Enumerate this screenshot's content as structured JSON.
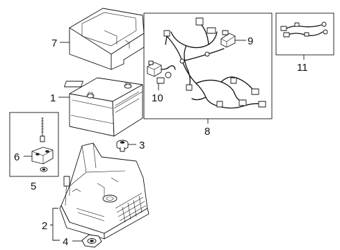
{
  "callouts": {
    "c1": "1",
    "c2": "2",
    "c3": "3",
    "c4": "4",
    "c5": "5",
    "c6": "6",
    "c7": "7",
    "c8": "8",
    "c9": "9",
    "c10": "10",
    "c11": "11"
  },
  "parts": [
    {
      "callout": "1",
      "icon": "battery-icon"
    },
    {
      "callout": "2",
      "icon": "battery-tray-icon"
    },
    {
      "callout": "3",
      "icon": "bolt-icon"
    },
    {
      "callout": "4",
      "icon": "grommet-icon"
    },
    {
      "callout": "5",
      "icon": "hold-down-kit-icon"
    },
    {
      "callout": "6",
      "icon": "clamp-icon"
    },
    {
      "callout": "7",
      "icon": "battery-cover-icon"
    },
    {
      "callout": "8",
      "icon": "wiring-harness-icon"
    },
    {
      "callout": "9",
      "icon": "terminal-icon"
    },
    {
      "callout": "10",
      "icon": "sensor-icon"
    },
    {
      "callout": "11",
      "icon": "cable-icon"
    }
  ],
  "colors": {
    "line": "#111111",
    "background": "#ffffff"
  }
}
